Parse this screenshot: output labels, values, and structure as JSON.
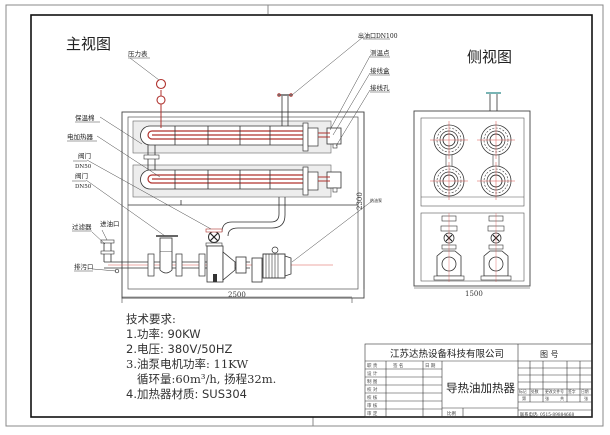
{
  "views": {
    "front_title": "主视图",
    "side_title": "侧视图"
  },
  "labels": {
    "pressure_gauge": "压力表",
    "insulation": "保温棉",
    "electric_heater": "电加热器",
    "valve1": "阀门",
    "valve1_size": "DN50",
    "valve2": "阀门",
    "valve2_size": "DN50",
    "filter": "过滤器",
    "oil_inlet": "进油口",
    "drain": "排污口",
    "oil_outlet": "出油口DN100",
    "temp_point": "测温点",
    "junction_box": "接线盒",
    "wiring_hole": "接线孔",
    "oil_pump": "热油泵"
  },
  "dimensions": {
    "front_width": "2500",
    "front_height": "2300",
    "side_width": "1500"
  },
  "tech_requirements": {
    "title": "技术要求:",
    "items": [
      "1.功率: 90KW",
      "2.电压: 380V/50HZ",
      "3.油泵电机功率: 11KW",
      "   循环量:60m³/h, 扬程32m.",
      "4.加热器材质: SUS304"
    ]
  },
  "title_block": {
    "company": "江苏达热设备科技有限公司",
    "drawing_no_label": "图 号",
    "product_name": "导热油加热器",
    "roles_header": [
      "职 责",
      "签   名",
      "日 期"
    ],
    "roles": [
      "设 计",
      "制 图",
      "校 对",
      "校 核",
      "审 核",
      "审 定"
    ],
    "revision_header": [
      "标记",
      "处数",
      "更改文件号",
      "签字",
      "日期"
    ],
    "sheet_row": [
      "第",
      "张",
      "共",
      "张"
    ],
    "scale_label": "比例",
    "phone": "联系电话: 0515-89884668"
  },
  "colors": {
    "line": "#333333",
    "heater_red": "#b0332f",
    "centerline_red": "#d9534f",
    "flange_teal": "#4a9a9a",
    "insulation_fill": "#ededed"
  }
}
